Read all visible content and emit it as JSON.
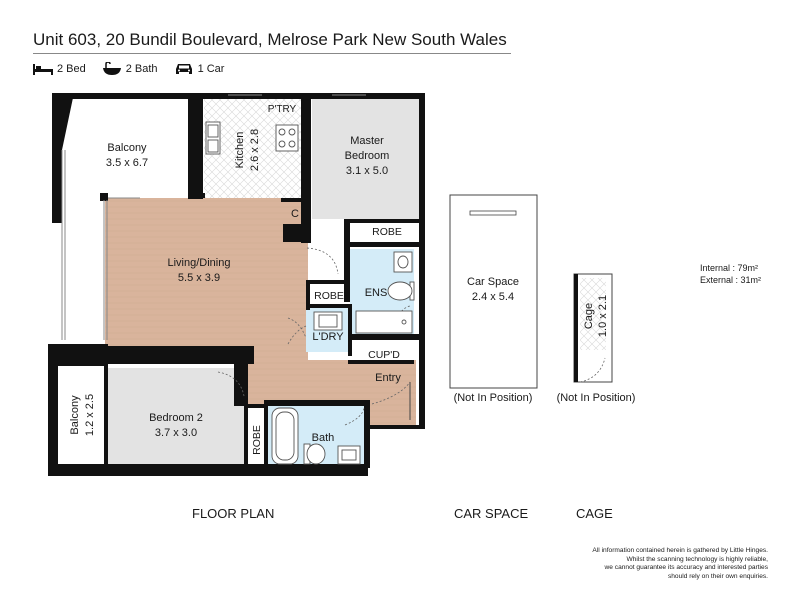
{
  "header": {
    "address": "Unit 603, 20 Bundil Boulevard, Melrose Park New South Wales",
    "features": [
      {
        "icon": "bed-icon",
        "label": "2 Bed"
      },
      {
        "icon": "bath-icon",
        "label": "2 Bath"
      },
      {
        "icon": "car-icon",
        "label": "1 Car"
      }
    ]
  },
  "rooms": {
    "balcony_main": {
      "name": "Balcony",
      "dims": "3.5 x 6.7"
    },
    "kitchen": {
      "name": "Kitchen",
      "dims": "2.6 x 2.8"
    },
    "pantry": {
      "name": "P'TRY"
    },
    "master": {
      "name": "Master",
      "name2": "Bedroom",
      "dims": "3.1 x 5.0"
    },
    "cupboard": {
      "name": "C"
    },
    "robe_master": {
      "name": "ROBE"
    },
    "living": {
      "name": "Living/Dining",
      "dims": "5.5 x 3.9"
    },
    "ensuite": {
      "name": "ENS"
    },
    "robe_mid": {
      "name": "ROBE"
    },
    "laundry": {
      "name": "L'DRY"
    },
    "cupd": {
      "name": "CUP'D"
    },
    "entry": {
      "name": "Entry"
    },
    "bedroom2": {
      "name": "Bedroom 2",
      "dims": "3.7 x 3.0"
    },
    "robe_bed2": {
      "name": "ROBE"
    },
    "bath": {
      "name": "Bath"
    },
    "balcony_small": {
      "name": "Balcony",
      "dims": "1.2 x 2.5"
    }
  },
  "car_space": {
    "name": "Car Space",
    "dims": "2.4 x 5.4",
    "note": "(Not In Position)"
  },
  "cage": {
    "name": "Cage",
    "dims": "1.0 x 2.1",
    "note": "(Not In Position)"
  },
  "areas": {
    "internal": "Internal : 79m²",
    "external": "External : 31m²"
  },
  "captions": {
    "floor_plan": "FLOOR PLAN",
    "car_space": "CAR SPACE",
    "cage": "CAGE"
  },
  "disclaimer": [
    "All information contained herein is gathered by Little Hinges.",
    "Whilst the scanning technology is highly reliable,",
    "we cannot guarantee its accuracy and interested parties",
    "should rely on their own enquiries."
  ],
  "colors": {
    "living_floor": "#d9b49c",
    "bedroom_floor": "#e3e3e3",
    "wet_area": "#d4ecf8",
    "wall": "#111111"
  }
}
